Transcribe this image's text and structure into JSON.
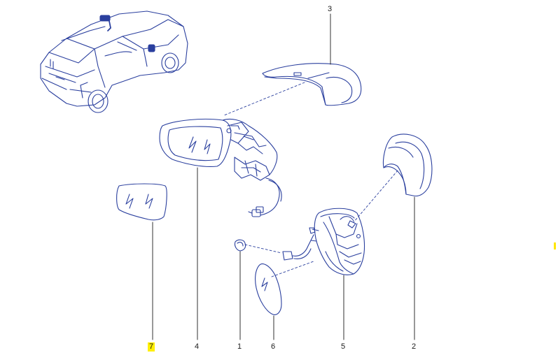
{
  "diagram": {
    "line_color": "#2a3f9e",
    "highlight_color": "#ffef00",
    "callouts": [
      {
        "id": "part-1",
        "label": "1"
      },
      {
        "id": "part-2",
        "label": "2"
      },
      {
        "id": "part-3",
        "label": "3"
      },
      {
        "id": "part-4",
        "label": "4"
      },
      {
        "id": "part-5",
        "label": "5"
      },
      {
        "id": "part-6",
        "label": "6"
      },
      {
        "id": "part-7",
        "label": "7",
        "highlighted": true
      }
    ]
  }
}
